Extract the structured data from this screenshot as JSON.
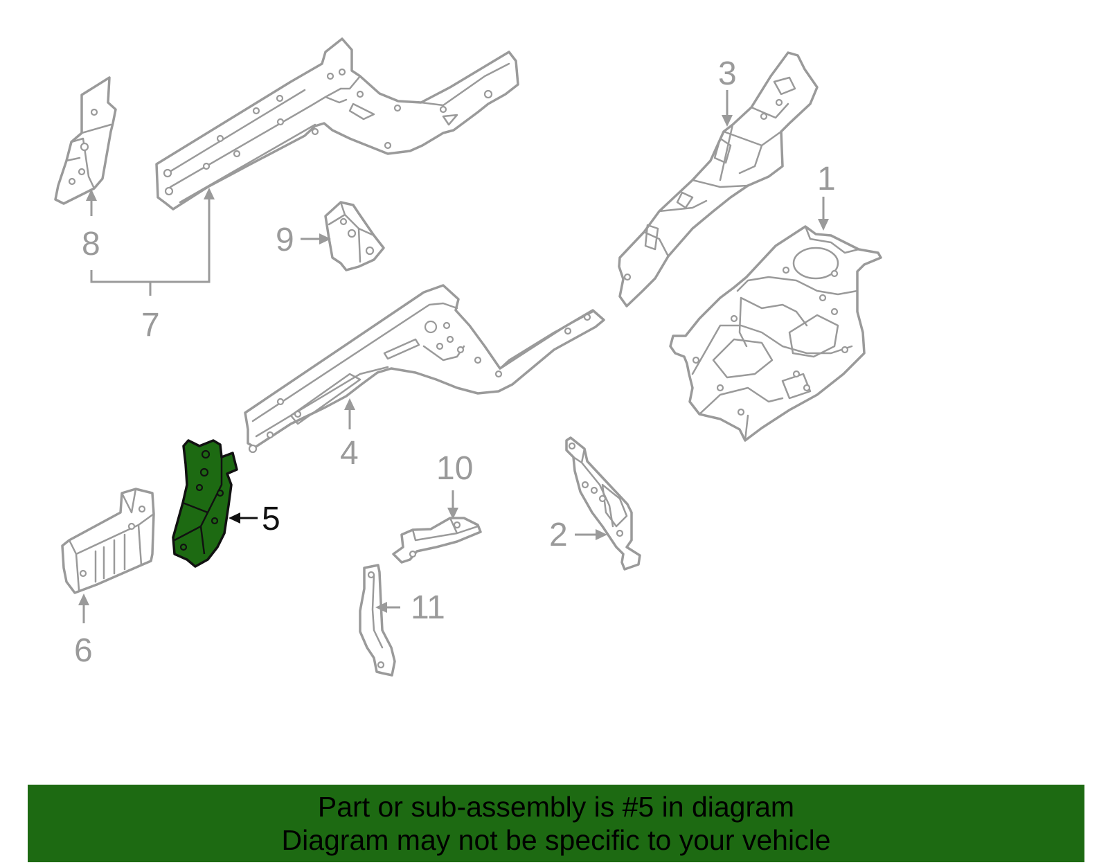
{
  "diagram": {
    "callouts": {
      "c1": "1",
      "c2": "2",
      "c3": "3",
      "c4": "4",
      "c5": "5",
      "c6": "6",
      "c7": "7",
      "c8": "8",
      "c9": "9",
      "c10": "10",
      "c11": "11"
    },
    "highlighted_part": "5",
    "colors": {
      "highlight_fill": "#1d6a12",
      "line_gray": "#9a9a9a",
      "highlight_outline": "#111111",
      "banner_bg": "#1d6a12"
    }
  },
  "banner": {
    "line1": "Part or sub-assembly is #5 in diagram",
    "line2": "Diagram may not be specific to your vehicle"
  }
}
